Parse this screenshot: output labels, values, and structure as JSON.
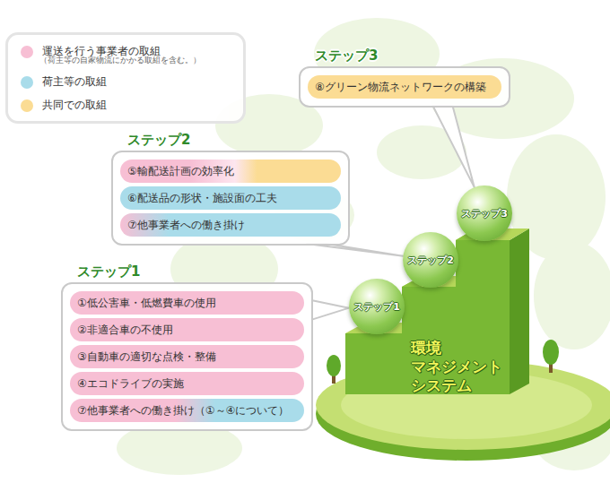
{
  "diagram": {
    "nodes": [
      {
        "text": [
          "ステップ3"
        ]
      },
      {
        "text": [
          "⑧グリーン物流ネットワークの構築"
        ],
        "in": 0
      },
      {
        "text": [
          "ステップ2"
        ]
      },
      {
        "text": [
          "⑤輸配送計画の効率化"
        ],
        "in": 2
      },
      {
        "text": [
          "⑥配送品の形状・施設面の工夫"
        ],
        "in": 2
      },
      {
        "text": [
          "⑦他事業者への働き掛け"
        ],
        "in": 2
      },
      {
        "text": [
          "ステップ1"
        ]
      },
      {
        "text": [
          "①低公害車・低燃費車の使用"
        ],
        "in": 6
      },
      {
        "text": [
          "②非適合車の不使用"
        ],
        "in": 6
      },
      {
        "text": [
          "③自動車の適切な点検・整備"
        ],
        "in": 6
      },
      {
        "text": [
          "④エコドライブの実施"
        ],
        "in": 6
      },
      {
        "text": [
          "⑦他事業者への働き掛け（①～④について）"
        ],
        "in": 6
      },
      {
        "text": [
          "ステップ1"
        ]
      },
      {
        "text": [
          "ステップ2"
        ]
      },
      {
        "text": [
          "ステップ3"
        ]
      }
    ],
    "edges": [
      {
        "from": 0,
        "to": 14,
        "arrow": "none"
      },
      {
        "from": 2,
        "to": 13,
        "arrow": "none"
      },
      {
        "from": 6,
        "to": 12,
        "arrow": "none"
      }
    ],
    "labels": [
      "（荷主等の自家物流にかかる取組を含む。）",
      "環境 マネジメント システム"
    ],
    "legend": [
      {
        "text": "運送を行う事業者の取組",
        "color": "#f7bfd4"
      },
      {
        "text": "荷主等の取組",
        "color": "#a9dcea"
      },
      {
        "text": "共同での取組",
        "color": "#fbdc94"
      }
    ]
  }
}
